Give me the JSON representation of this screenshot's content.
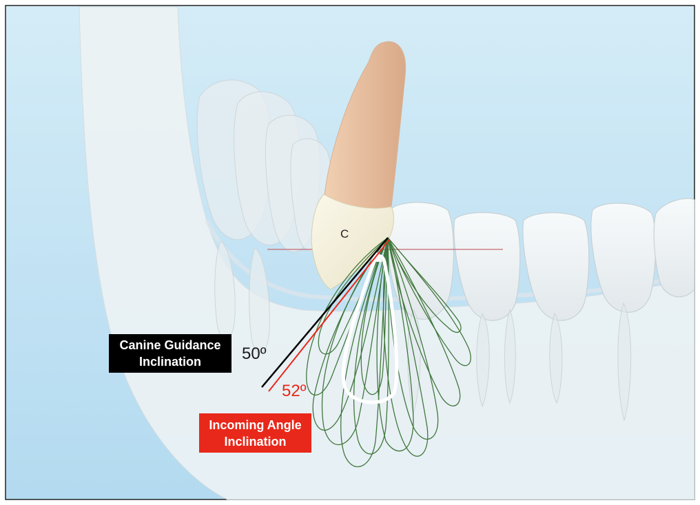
{
  "labels": {
    "tooth": "C",
    "canine_guidance": [
      "Canine Guidance",
      "Inclination"
    ],
    "incoming_angle": [
      "Incoming Angle",
      "Inclination"
    ],
    "angle_canine": "50º",
    "angle_incoming": "52º"
  },
  "colors": {
    "background_top": "#cfe9f6",
    "background_bottom": "#b5dcf2",
    "jaw": "#ecf1f3",
    "canine_root": "#efc7a4",
    "canine_crown": "#f6f1dd",
    "canine_guidance": "#000000",
    "incoming_angle": "#e8281a",
    "chewing_paths": "#2f6b2a",
    "occlusal_reference": "#c46a72"
  },
  "icons": [
    "chewing-loop-arrow"
  ]
}
